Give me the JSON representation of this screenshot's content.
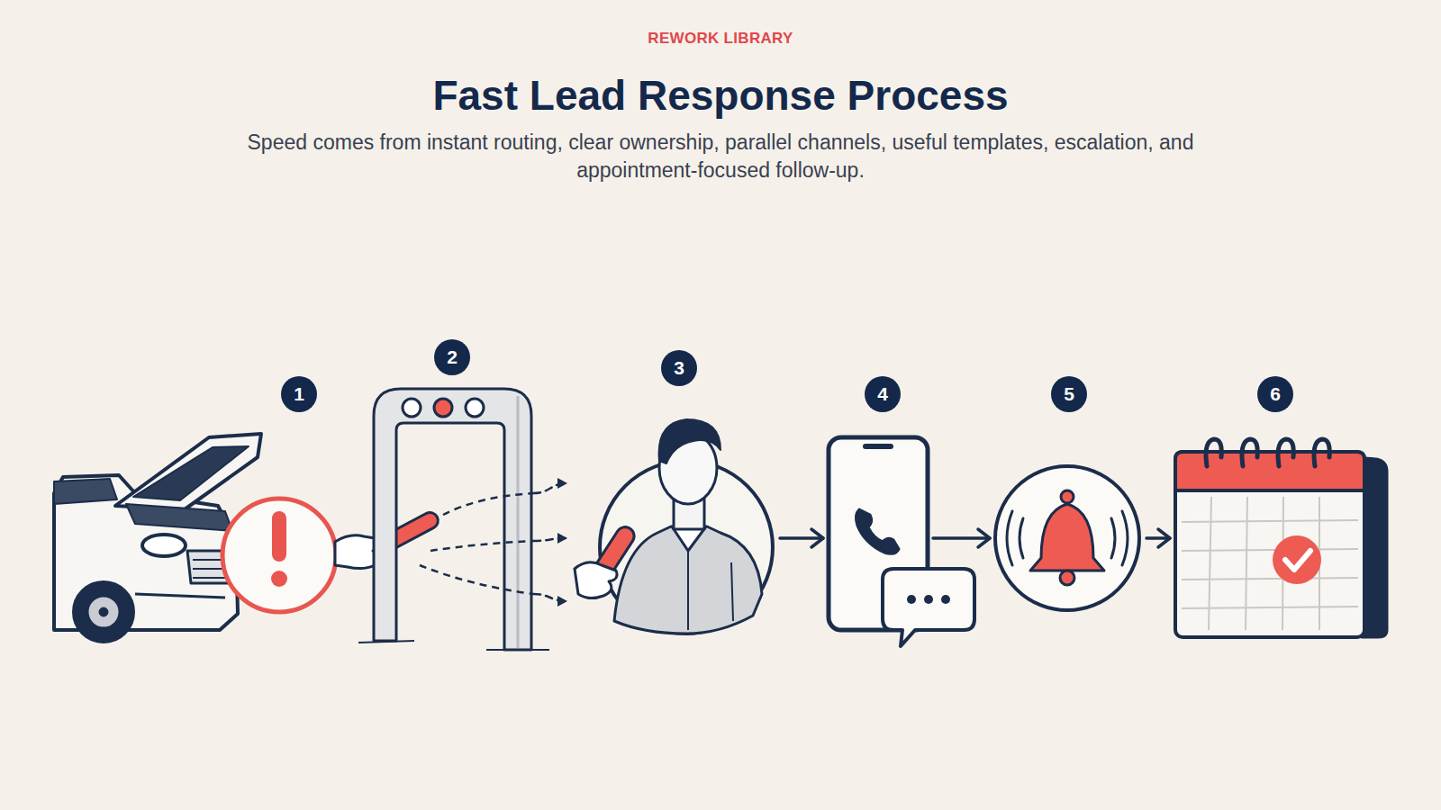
{
  "diagram": {
    "title": "Fast Lead Response Process",
    "caption": "Speed comes from instant routing, clear ownership, parallel channels, useful templates, escalation, and appointment-focused follow-up.",
    "nodes": [
      {
        "text": [
          "1"
        ]
      },
      {
        "text": [
          "2"
        ]
      },
      {
        "text": [
          "3"
        ]
      },
      {
        "text": [
          "4"
        ]
      },
      {
        "text": [
          "5"
        ]
      },
      {
        "text": [
          "6"
        ]
      }
    ],
    "edges": [
      {
        "from": 1,
        "to": 2,
        "arrow": "to"
      },
      {
        "from": 1,
        "to": 2,
        "arrow": "to"
      },
      {
        "from": 1,
        "to": 2,
        "arrow": "to"
      },
      {
        "from": 2,
        "to": 3,
        "arrow": "to"
      },
      {
        "from": 3,
        "to": 4,
        "arrow": "to"
      },
      {
        "from": 4,
        "to": 5,
        "arrow": "to"
      }
    ],
    "labels": [
      "REWORK LIBRARY"
    ]
  }
}
